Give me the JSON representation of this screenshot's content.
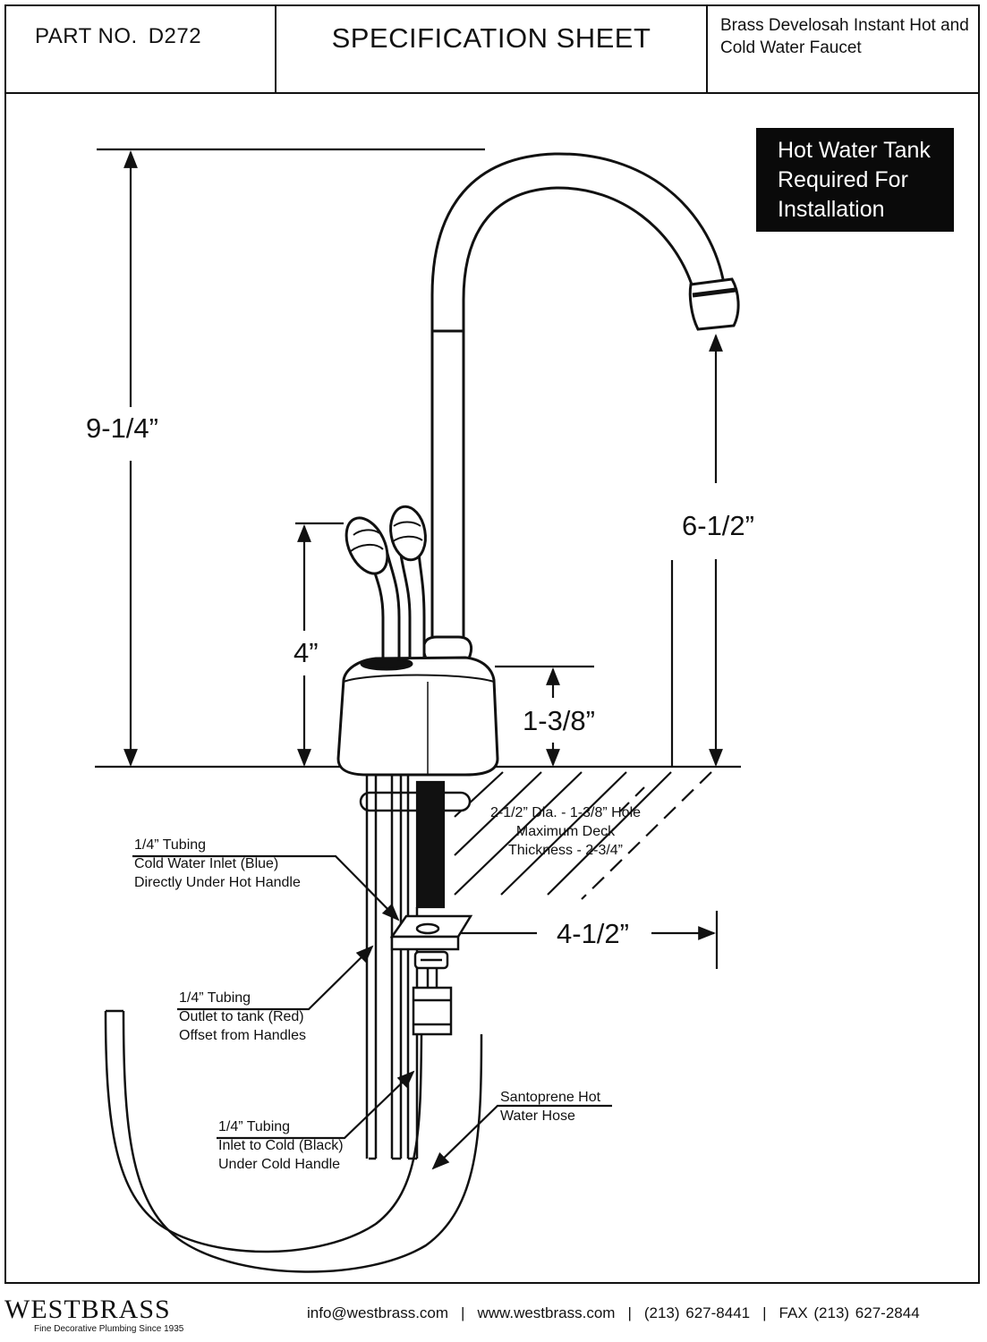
{
  "header": {
    "part_label": "PART NO.",
    "part_number": "D272",
    "title": "SPECIFICATION SHEET",
    "product_name": "Brass Develosah Instant Hot and Cold Water Faucet"
  },
  "notice": {
    "line1": "Hot Water Tank",
    "line2": "Required For",
    "line3": "Installation"
  },
  "dimensions": {
    "overall_height": "9-1/4”",
    "spout_height": "6-1/2”",
    "handle_height": "4”",
    "base_height": "1-3/8”",
    "spout_reach": "4-1/2”"
  },
  "deck_note": {
    "line1": "2-1/2” Dia. - 1-3/8” Hole",
    "line2": "Maximum Deck",
    "line3": "Thickness - 2-3/4”"
  },
  "callouts": {
    "cold_inlet": {
      "line1": "1/4” Tubing",
      "line2": "Cold Water Inlet (Blue)",
      "line3": "Directly Under Hot Handle"
    },
    "tank_outlet": {
      "line1": "1/4” Tubing",
      "line2": "Outlet to tank (Red)",
      "line3": "Offset from Handles"
    },
    "cold_black": {
      "line1": "1/4” Tubing",
      "line2": "Inlet to Cold (Black)",
      "line3": "Under Cold Handle"
    },
    "hose": {
      "line1": "Santoprene Hot",
      "line2": "Water Hose"
    }
  },
  "footer": {
    "brand": "WESTBRASS",
    "tagline": "Fine Decorative Plumbing Since 1935",
    "email": "info@westbrass.com",
    "website": "www.westbrass.com",
    "phone": "(213) 627-8441",
    "fax": "FAX (213) 627-2844"
  }
}
